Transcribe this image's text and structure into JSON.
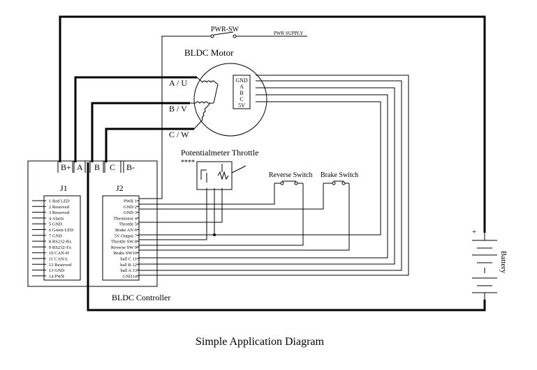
{
  "title": "Simple Application Diagram",
  "motor": {
    "title": "BLDC Motor",
    "phase_a": "A / U",
    "phase_b": "B / V",
    "phase_c": "C / W",
    "terminals": [
      "GND",
      "A",
      "B",
      "C",
      "5V"
    ]
  },
  "power_switch": {
    "label": "PWR-SW",
    "supply": "PWR SUPPLY"
  },
  "throttle": {
    "title": "Potentialmeter Throttle",
    "mark": "****"
  },
  "reverse_switch": "Reverse Switch",
  "brake_switch": "Brake  Switch",
  "battery": {
    "label": "Battery",
    "plus": "+"
  },
  "controller": {
    "label": "BLDC Controller",
    "power_terminals": [
      "B+",
      "A",
      "B",
      "C",
      "B-"
    ],
    "j1": {
      "title": "J1",
      "pins": [
        "1  Red LED",
        "2  Reserved",
        "3  Reserved",
        "4  Alarm",
        "5  GND",
        "6  Green LED",
        "7  GND",
        "8  RS232-Rx",
        "9  RS232-Tx",
        "10 CAN-H",
        "11 CAN-L",
        "12 Reserved",
        "13 GND",
        "14 PWR"
      ]
    },
    "j2": {
      "title": "J2",
      "pins": [
        "PWR  1",
        "GND  2",
        "GND  3",
        "Thermistor 4",
        "Throttle 5",
        "Brake AN 6",
        "5V Output 7",
        "Throttle SW 8",
        "Reverse SW 9",
        "Brake SW10",
        "hall C 11",
        "hall B 12",
        "hall A 13",
        "GND14"
      ]
    }
  }
}
